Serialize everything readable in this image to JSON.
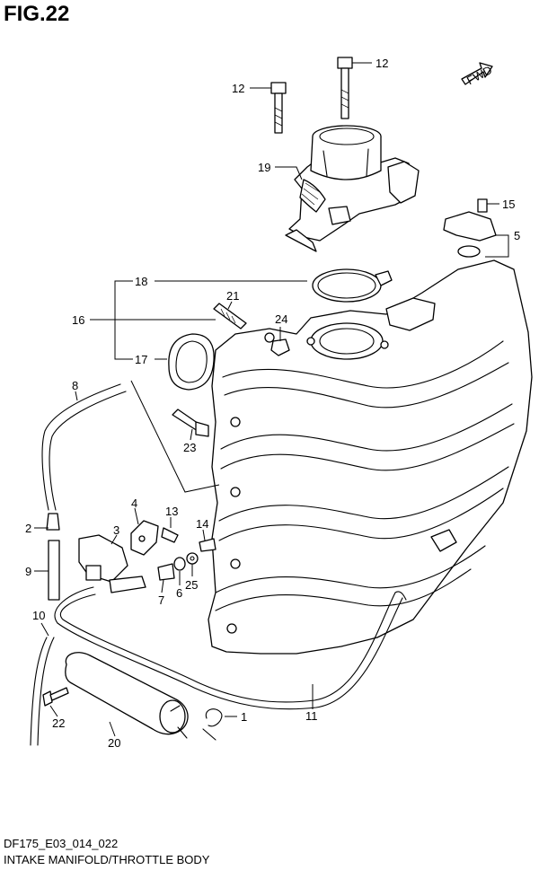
{
  "figure": {
    "title": "FIG.22",
    "code": "DF175_E03_014_022",
    "caption": "INTAKE MANIFOLD/THROTTLE BODY",
    "direction_tag": "FWD"
  },
  "callouts": [
    {
      "id": "c12a",
      "label": "12"
    },
    {
      "id": "c12b",
      "label": "12"
    },
    {
      "id": "c19",
      "label": "19"
    },
    {
      "id": "c15",
      "label": "15"
    },
    {
      "id": "c5",
      "label": "5"
    },
    {
      "id": "c18",
      "label": "18"
    },
    {
      "id": "c21",
      "label": "21"
    },
    {
      "id": "c16",
      "label": "16"
    },
    {
      "id": "c24",
      "label": "24"
    },
    {
      "id": "c17",
      "label": "17"
    },
    {
      "id": "c8",
      "label": "8"
    },
    {
      "id": "c23",
      "label": "23"
    },
    {
      "id": "c4",
      "label": "4"
    },
    {
      "id": "c13",
      "label": "13"
    },
    {
      "id": "c2",
      "label": "2"
    },
    {
      "id": "c3",
      "label": "3"
    },
    {
      "id": "c14",
      "label": "14"
    },
    {
      "id": "c9",
      "label": "9"
    },
    {
      "id": "c25",
      "label": "25"
    },
    {
      "id": "c6",
      "label": "6"
    },
    {
      "id": "c7",
      "label": "7"
    },
    {
      "id": "c10",
      "label": "10"
    },
    {
      "id": "c11",
      "label": "11"
    },
    {
      "id": "c1",
      "label": "1"
    },
    {
      "id": "c22",
      "label": "22"
    },
    {
      "id": "c20",
      "label": "20"
    }
  ]
}
